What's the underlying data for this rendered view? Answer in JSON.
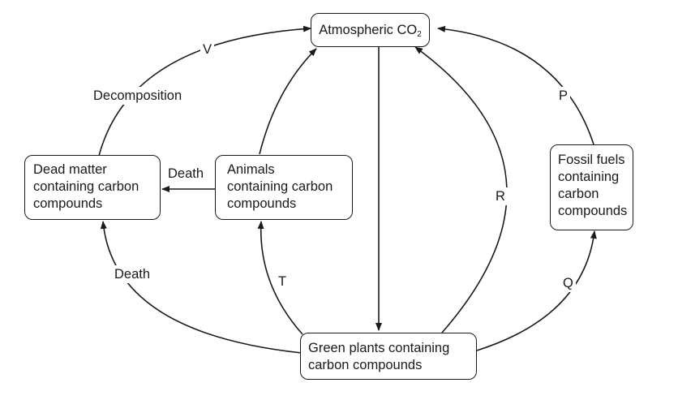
{
  "nodes": {
    "atmosphere": {
      "text": "Atmospheric CO",
      "subscript": "2"
    },
    "dead_matter": {
      "lines": [
        "Dead matter",
        "containing carbon",
        "compounds"
      ]
    },
    "animals": {
      "lines": [
        "Animals",
        "containing carbon",
        "compounds"
      ]
    },
    "fossil_fuels": {
      "lines": [
        "Fossil fuels",
        "containing",
        "carbon",
        "compounds"
      ]
    },
    "green_plants": {
      "lines": [
        "Green plants containing",
        "carbon compounds"
      ]
    }
  },
  "labels": {
    "v": "V",
    "decomposition": "Decomposition",
    "death_animals": "Death",
    "death_plants": "Death",
    "t": "T",
    "r": "R",
    "p": "P",
    "q": "Q"
  }
}
